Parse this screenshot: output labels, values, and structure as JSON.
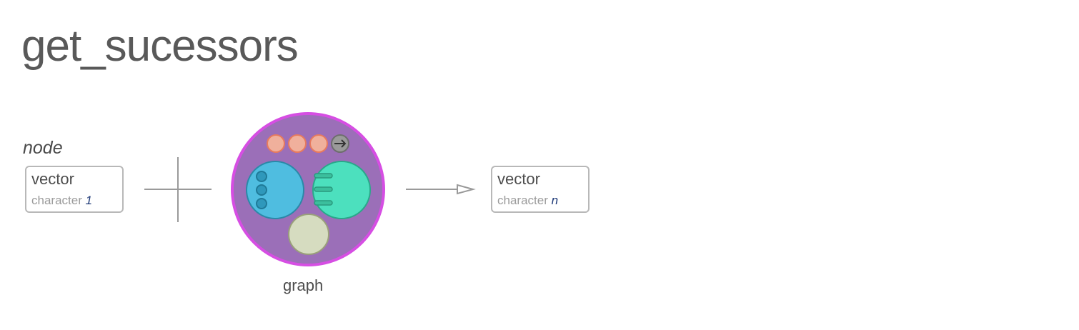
{
  "function": {
    "name": "get_sucessors"
  },
  "input": {
    "arg_name": "node",
    "type": "vector",
    "element_type": "character",
    "length": "1"
  },
  "graph": {
    "label": "graph"
  },
  "output": {
    "type": "vector",
    "element_type": "character",
    "length": "n"
  },
  "colors": {
    "graph_fill": "#9b6fb8",
    "graph_ring": "#d64ee3",
    "nodes_circle": "#4fbde0",
    "edges_circle": "#4ce0be",
    "attr_circle": "#d6dcc0",
    "dots": "#f0b09c",
    "arrow_dot": "#9a9a9a"
  },
  "icons": [
    "plus-connector",
    "arrow-right-icon",
    "graph-icon"
  ]
}
